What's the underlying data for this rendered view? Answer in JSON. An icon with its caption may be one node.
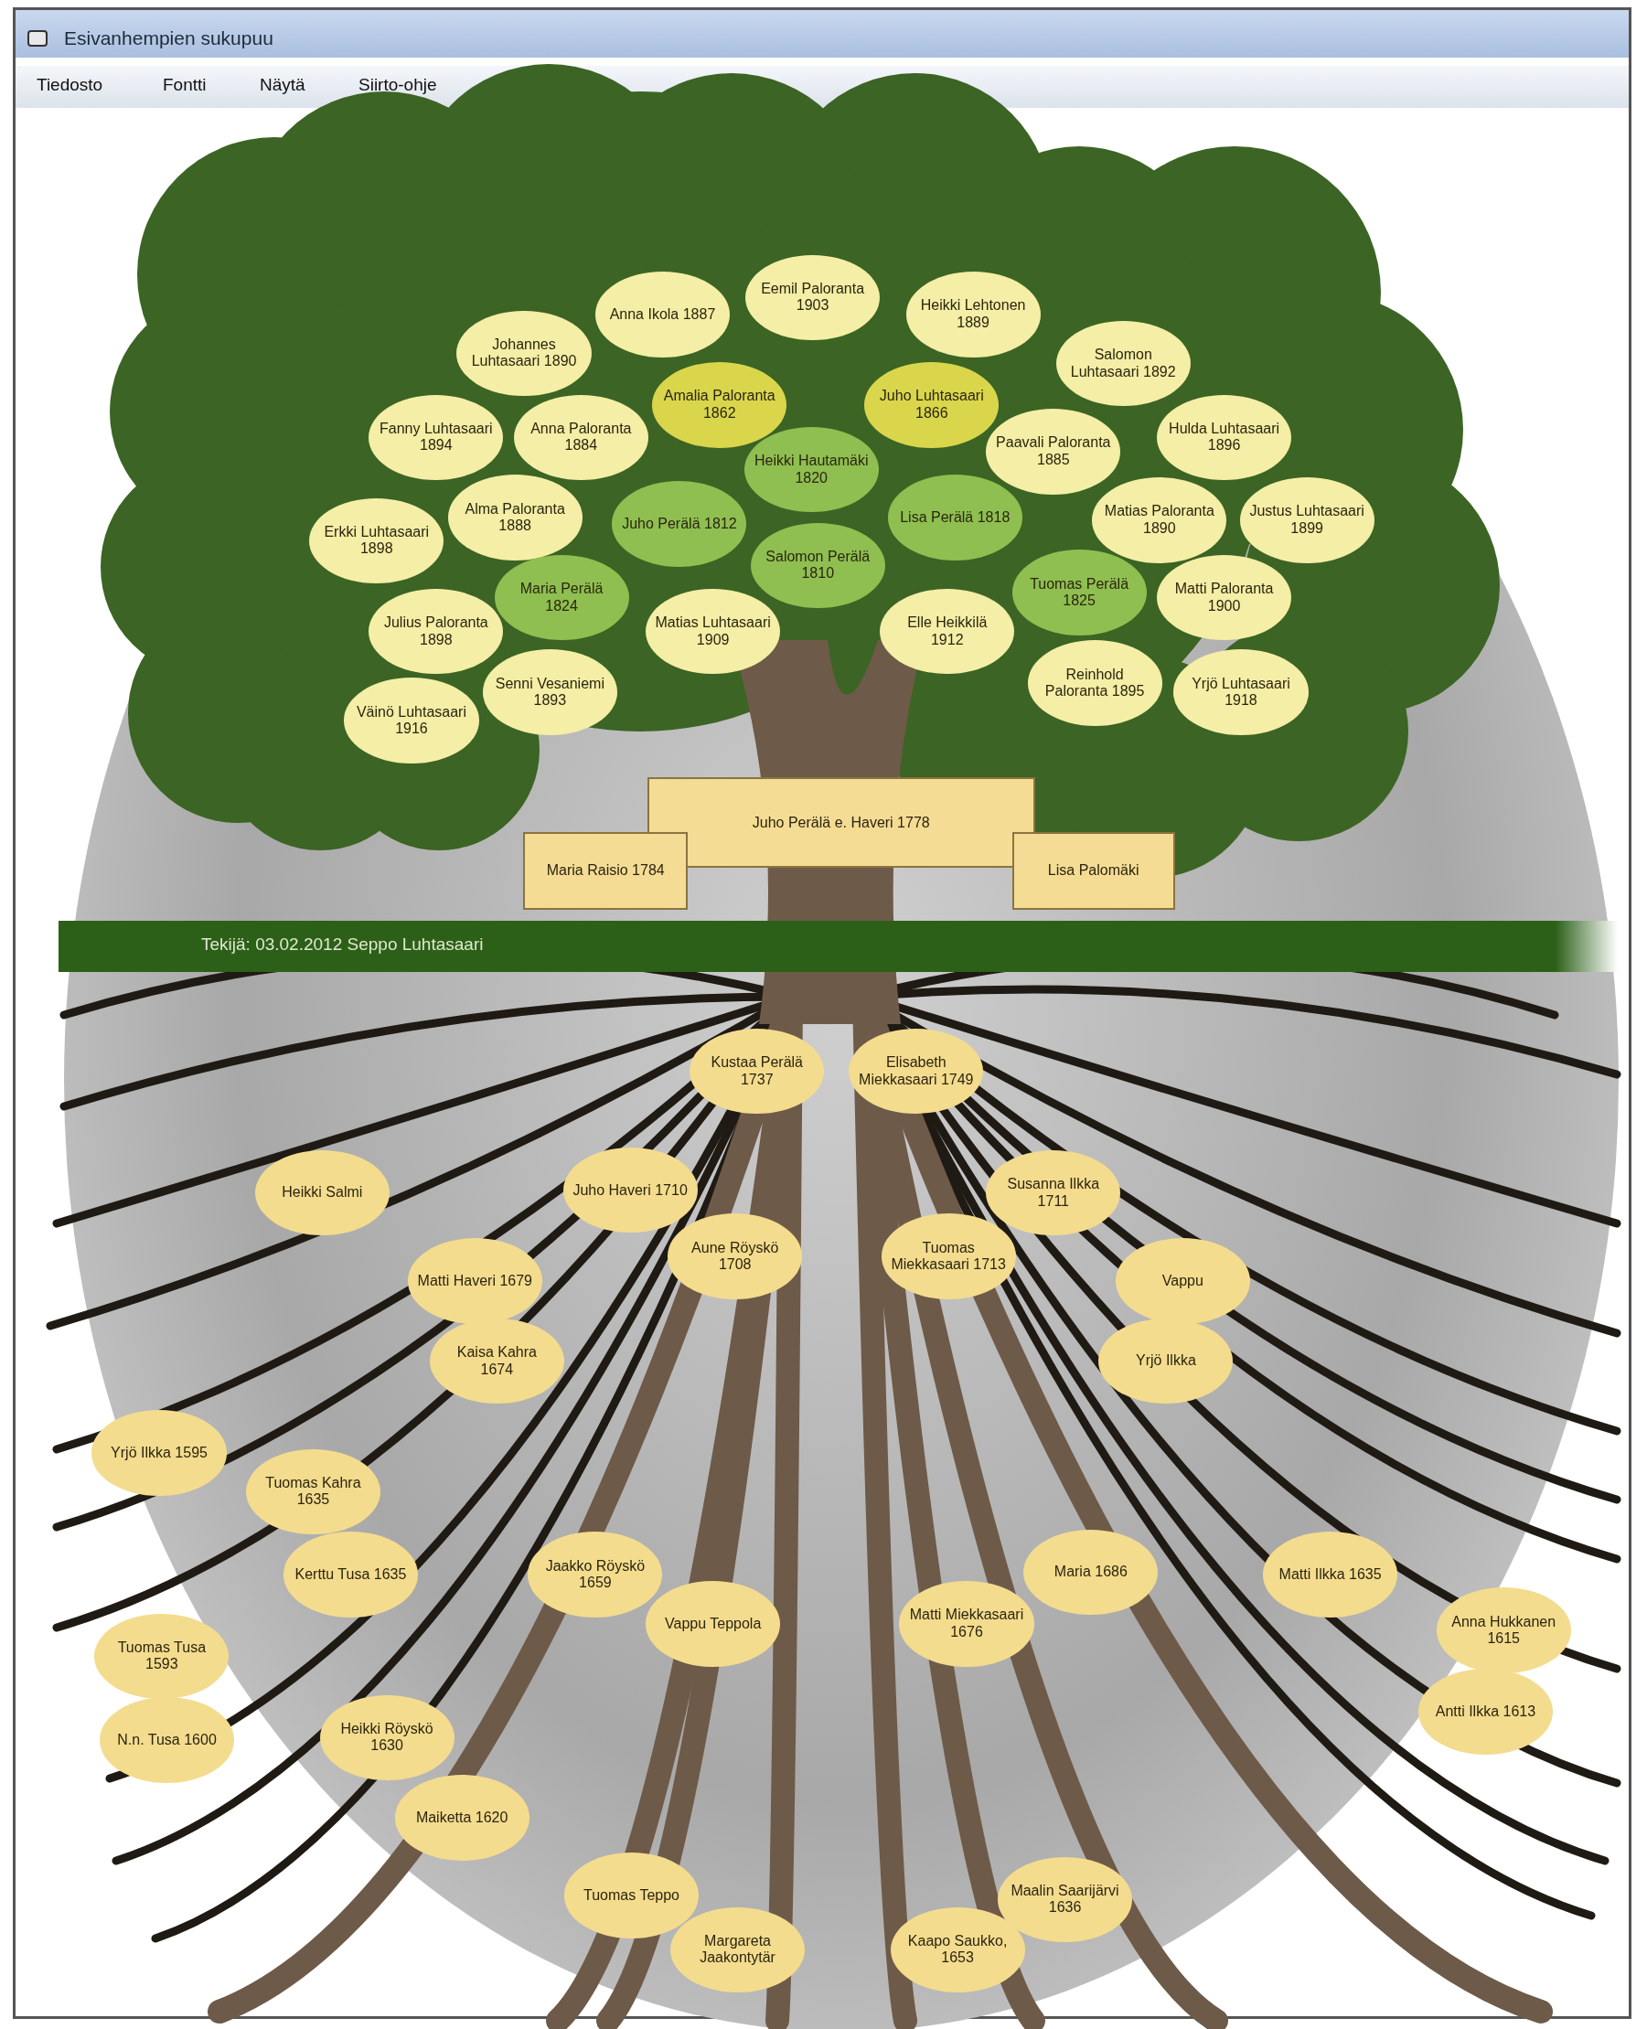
{
  "diagram": {
    "title": "Esivanhempien sukupuu",
    "nodes": [
      {
        "text": [
          "Eemil Paloranta 1903"
        ]
      },
      {
        "text": [
          "Anna Ikola 1887"
        ]
      },
      {
        "text": [
          "Heikki Lehtonen 1889"
        ]
      },
      {
        "text": [
          "Johannes Luhtasaari 1890"
        ]
      },
      {
        "text": [
          "Salomon Luhtasaari 1892"
        ]
      },
      {
        "text": [
          "Amalia Paloranta 1862"
        ]
      },
      {
        "text": [
          "Juho Luhtasaari 1866"
        ]
      },
      {
        "text": [
          "Fanny Luhtasaari 1894"
        ]
      },
      {
        "text": [
          "Anna Paloranta 1884"
        ]
      },
      {
        "text": [
          "Hulda Luhtasaari 1896"
        ]
      },
      {
        "text": [
          "Paavali Paloranta 1885"
        ]
      },
      {
        "text": [
          "Heikki Hautamäki 1820"
        ]
      },
      {
        "text": [
          "Alma Paloranta 1888"
        ]
      },
      {
        "text": [
          "Juho Perälä 1812"
        ]
      },
      {
        "text": [
          "Lisa Perälä 1818"
        ]
      },
      {
        "text": [
          "Matias Paloranta 1890"
        ]
      },
      {
        "text": [
          "Justus Luhtasaari 1899"
        ]
      },
      {
        "text": [
          "Erkki Luhtasaari 1898"
        ]
      },
      {
        "text": [
          "Salomon Perälä 1810"
        ]
      },
      {
        "text": [
          "Maria Perälä 1824"
        ]
      },
      {
        "text": [
          "Tuomas Perälä 1825"
        ]
      },
      {
        "text": [
          "Matti Paloranta 1900"
        ]
      },
      {
        "text": [
          "Julius Paloranta 1898"
        ]
      },
      {
        "text": [
          "Matias Luhtasaari 1909"
        ]
      },
      {
        "text": [
          "Elle Heikkilä 1912"
        ]
      },
      {
        "text": [
          "Senni Vesaniemi 1893"
        ]
      },
      {
        "text": [
          "Reinhold Paloranta 1895"
        ]
      },
      {
        "text": [
          "Yrjö Luhtasaari 1918"
        ]
      },
      {
        "text": [
          "Väinö Luhtasaari 1916"
        ]
      },
      {
        "text": [
          "Juho Perälä e. Haveri 1778"
        ]
      },
      {
        "text": [
          "Maria Raisio 1784"
        ]
      },
      {
        "text": [
          "Lisa Palomäki"
        ]
      },
      {
        "text": [
          "Kustaa Perälä 1737"
        ]
      },
      {
        "text": [
          "Elisabeth Miekkasaari 1749"
        ]
      },
      {
        "text": [
          "Heikki Salmi"
        ]
      },
      {
        "text": [
          "Juho Haveri 1710"
        ]
      },
      {
        "text": [
          "Susanna Ilkka 1711"
        ]
      },
      {
        "text": [
          "Aune Röyskö 1708"
        ]
      },
      {
        "text": [
          "Tuomas Miekkasaari 1713"
        ]
      },
      {
        "text": [
          "Vappu"
        ]
      },
      {
        "text": [
          "Matti Haveri 1679"
        ]
      },
      {
        "text": [
          "Kaisa Kahra 1674"
        ]
      },
      {
        "text": [
          "Yrjö Ilkka"
        ]
      },
      {
        "text": [
          "Yrjö Ilkka 1595"
        ]
      },
      {
        "text": [
          "Tuomas Kahra 1635"
        ]
      },
      {
        "text": [
          "Kerttu Tusa 1635"
        ]
      },
      {
        "text": [
          "Jaakko Röyskö 1659"
        ]
      },
      {
        "text": [
          "Maria 1686"
        ]
      },
      {
        "text": [
          "Matti Ilkka 1635"
        ]
      },
      {
        "text": [
          "Vappu Teppola"
        ]
      },
      {
        "text": [
          "Matti Miekkasaari 1676"
        ]
      },
      {
        "text": [
          "Anna Hukkanen 1615"
        ]
      },
      {
        "text": [
          "Tuomas Tusa 1593"
        ]
      },
      {
        "text": [
          "Antti Ilkka 1613"
        ]
      },
      {
        "text": [
          "N.n. Tusa 1600"
        ]
      },
      {
        "text": [
          "Heikki Röyskö 1630"
        ]
      },
      {
        "text": [
          "Maiketta 1620"
        ]
      },
      {
        "text": [
          "Tuomas Teppo"
        ]
      },
      {
        "text": [
          "Maalin Saarijärvi 1636"
        ]
      },
      {
        "text": [
          "Margareta Jaakontytär"
        ]
      },
      {
        "text": [
          "Kaapo Saukko, 1653"
        ]
      }
    ],
    "labels": [
      "Tiedosto",
      "Fontti",
      "Näytä",
      "Siirto-ohje",
      "Tekijä: 03.02.2012 Seppo Luhtasaari"
    ]
  }
}
